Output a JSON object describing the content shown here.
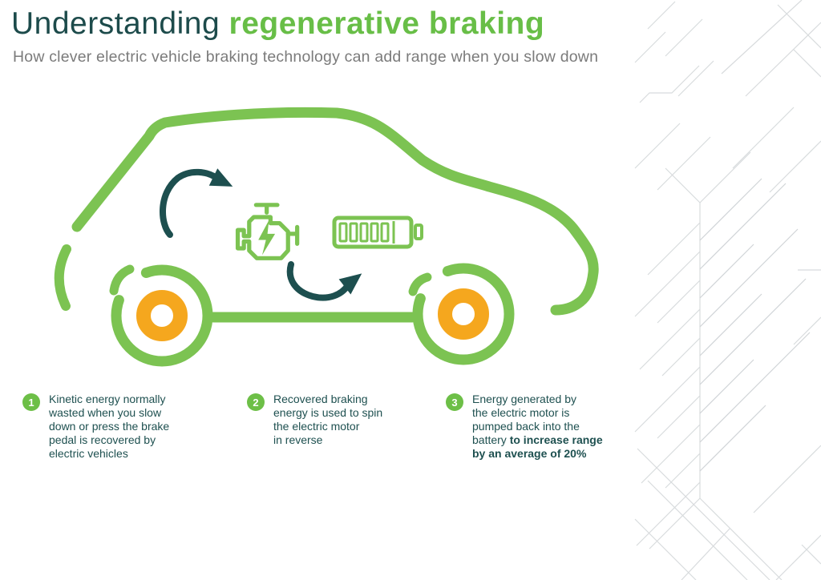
{
  "header": {
    "title_regular": "Understanding ",
    "title_bold": "regenerative braking",
    "subtitle": "How clever electric vehicle braking technology can add range when you slow down"
  },
  "colors": {
    "title_teal": "#1d4b4b",
    "accent_green": "#68be47",
    "car_green": "#7cc352",
    "arrow_teal": "#1d4f4f",
    "wheel_orange": "#f5a71e",
    "subtitle_grey": "#7b7b7b",
    "pattern_grey": "#d8dbdd"
  },
  "diagram": {
    "icons": [
      {
        "name": "car-outline-icon"
      },
      {
        "name": "wheel-icon"
      },
      {
        "name": "engine-lightning-icon"
      },
      {
        "name": "battery-icon"
      },
      {
        "name": "curved-arrow-icon"
      },
      {
        "name": "circuit-pattern"
      }
    ]
  },
  "steps": [
    {
      "number": "1",
      "text": "Kinetic energy normally\nwasted when you slow\ndown or press the brake\npedal is recovered by\nelectric vehicles"
    },
    {
      "number": "2",
      "text": "Recovered braking\nenergy is used to spin\nthe electric motor\nin reverse"
    },
    {
      "number": "3",
      "text_regular": "Energy generated by\nthe electric motor is\npumped back into the\nbattery ",
      "text_bold": "to increase range\nby an average of 20%"
    }
  ]
}
